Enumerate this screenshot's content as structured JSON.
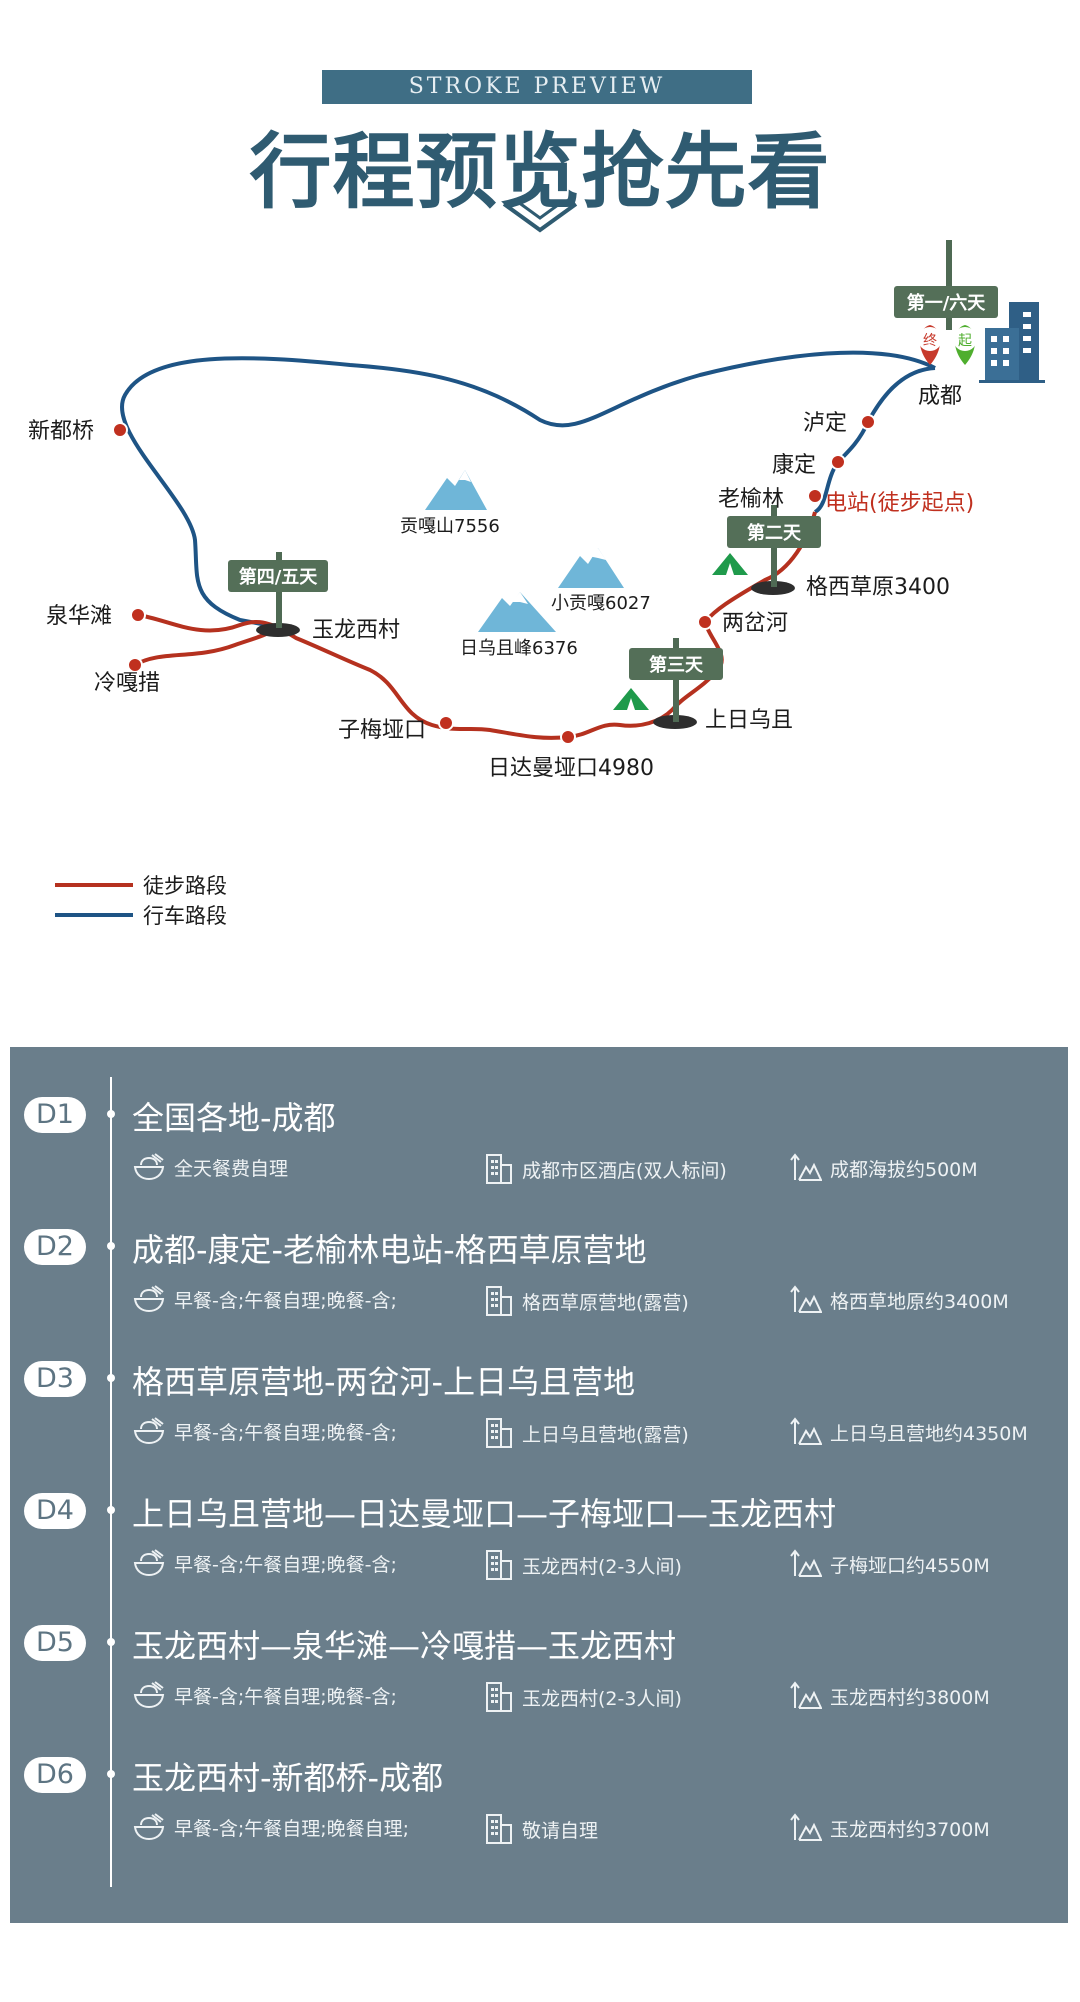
{
  "header": {
    "banner": "STROKE PREVIEW",
    "title": "行程预览抢先看"
  },
  "map": {
    "places": {
      "chengdu": "成都",
      "luding": "泸定",
      "kangding": "康定",
      "laoyulin": "老榆林",
      "dianzhan": "电站(徒步起点)",
      "gexi": "格西草原3400",
      "liangchahe": "两岔河",
      "shangriwuqie": "上日乌且",
      "ridaman": "日达曼垭口4980",
      "zimei": "子梅垭口",
      "yulongxi": "玉龙西村",
      "quanhuatan": "泉华滩",
      "lengga": "冷嘎措",
      "xindu": "新都桥"
    },
    "mountains": {
      "gongga": "贡嘎山7556",
      "xiaogongga": "小贡嘎6027",
      "riwuqie": "日乌且峰6376"
    },
    "signs": {
      "day1_6": "第一/六天",
      "day2": "第二天",
      "day3": "第三天",
      "day4_5": "第四/五天"
    },
    "markers": {
      "end": "终",
      "start": "起"
    },
    "colors": {
      "hiking": "#b5311f",
      "driving": "#1e5485"
    }
  },
  "legend": {
    "hiking": "徒步路段",
    "driving": "行车路段"
  },
  "itinerary": [
    {
      "badge": "D1",
      "title": "全国各地-成都",
      "meal": "全天餐费自理",
      "stay": "成都市区酒店(双人标间)",
      "altitude": "成都海拔约500M"
    },
    {
      "badge": "D2",
      "title": "成都-康定-老榆林电站-格西草原营地",
      "meal": "早餐-含;午餐自理;晚餐-含;",
      "stay": "格西草原营地(露营)",
      "altitude": "格西草地原约3400M"
    },
    {
      "badge": "D3",
      "title": "格西草原营地-两岔河-上日乌且营地",
      "meal": "早餐-含;午餐自理;晚餐-含;",
      "stay": "上日乌且营地(露营)",
      "altitude": "上日乌且营地约4350M"
    },
    {
      "badge": "D4",
      "title": "上日乌且营地—日达曼垭口—子梅垭口—玉龙西村",
      "meal": "早餐-含;午餐自理;晚餐-含;",
      "stay": "玉龙西村(2-3人间)",
      "altitude": "子梅垭口约4550M"
    },
    {
      "badge": "D5",
      "title": "玉龙西村—泉华滩—冷嘎措—玉龙西村",
      "meal": "早餐-含;午餐自理;晚餐-含;",
      "stay": "玉龙西村(2-3人间)",
      "altitude": "玉龙西村约3800M"
    },
    {
      "badge": "D6",
      "title": "玉龙西村-新都桥-成都",
      "meal": "早餐-含;午餐自理;晚餐自理;",
      "stay": "敬请自理",
      "altitude": "玉龙西村约3700M"
    }
  ]
}
